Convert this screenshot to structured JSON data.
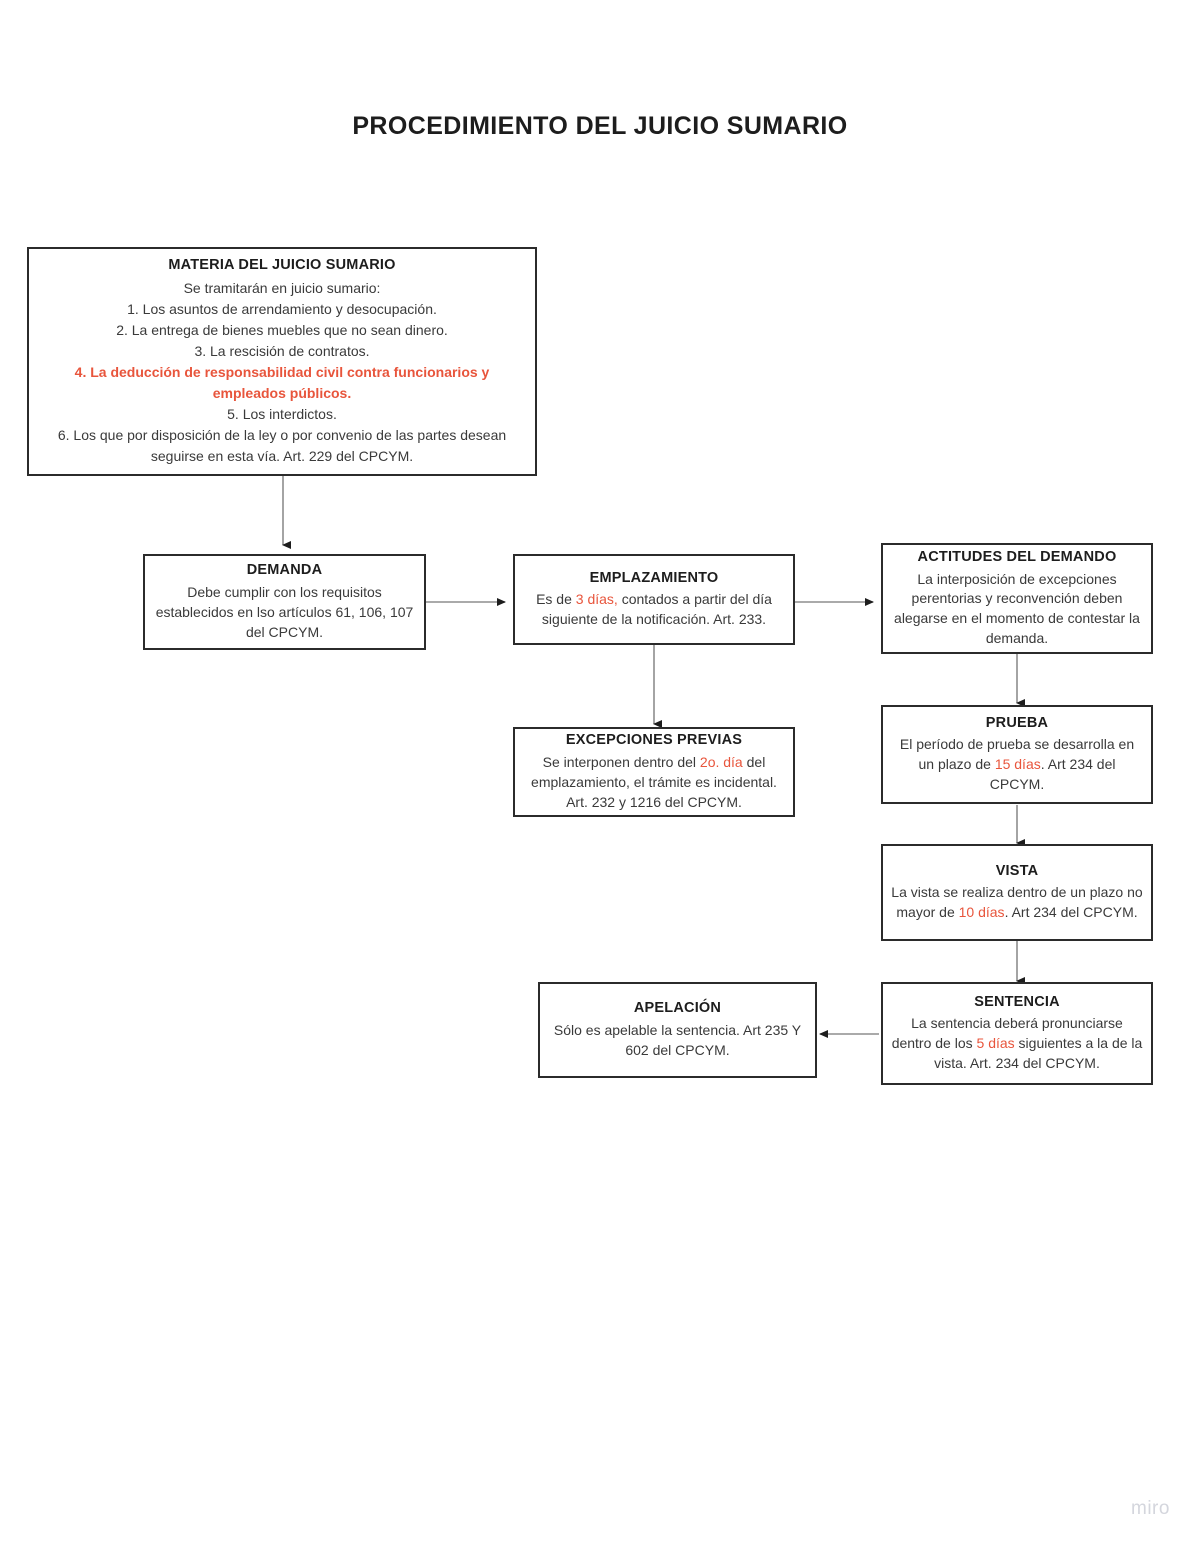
{
  "document": {
    "title": "PROCEDIMIENTO DEL JUICIO SUMARIO",
    "watermark": "miro",
    "accent_color": "#E8553C",
    "border_color": "#2b2b2b",
    "background_color": "#ffffff"
  },
  "nodes": {
    "materia": {
      "title": "MATERIA DEL JUICIO SUMARIO",
      "intro": "Se tramitarán en juicio sumario:",
      "items": [
        "1. Los asuntos de arrendamiento y desocupación.",
        "2. La entrega de bienes muebles que no sean dinero.",
        "3. La rescisión de contratos.",
        "4. La deducción de responsabilidad civil contra funcionarios y empleados públicos.",
        "5. Los interdictos.",
        "6. Los que por disposición de la ley o por convenio de las partes desean seguirse en esta vía. Art. 229 del CPCYM."
      ],
      "highlighted_item_index": 3
    },
    "demanda": {
      "title": "DEMANDA",
      "body": "Debe cumplir con los requisitos establecidos en lso artículos 61, 106, 107 del CPCYM."
    },
    "emplazamiento": {
      "title": "EMPLAZAMIENTO",
      "body_pre": "Es de ",
      "body_highlight": "3 días,",
      "body_post": " contados a partir del día siguiente de la notificación. Art. 233."
    },
    "actitudes": {
      "title": "ACTITUDES DEL DEMANDO",
      "body": "La interposición de excepciones perentorias y reconvención deben alegarse en el momento de contestar la demanda."
    },
    "excepciones": {
      "title": "EXCEPCIONES PREVIAS",
      "body_pre": "Se interponen dentro del ",
      "body_highlight": "2o. día",
      "body_post": " del emplazamiento, el trámite es incidental. Art. 232 y 1216 del CPCYM."
    },
    "prueba": {
      "title": "PRUEBA",
      "body_pre": "El período de prueba se desarrolla en un plazo de ",
      "body_highlight": "15 días",
      "body_post": ". Art 234 del CPCYM."
    },
    "vista": {
      "title": "VISTA",
      "body_pre": "La vista se realiza dentro de un plazo no mayor de ",
      "body_highlight": "10 días",
      "body_post": ". Art 234 del CPCYM."
    },
    "sentencia": {
      "title": "SENTENCIA",
      "body_pre": "La sentencia deberá pronunciarse dentro de los ",
      "body_highlight": "5 días",
      "body_post": " siguientes a la de la vista. Art. 234 del CPCYM."
    },
    "apelacion": {
      "title": "APELACIÓN",
      "body": "Sólo es apelable la sentencia. Art 235 Y 602 del CPCYM."
    }
  },
  "connections": [
    {
      "from": "materia",
      "to": "demanda",
      "direction": "down"
    },
    {
      "from": "demanda",
      "to": "emplazamiento",
      "direction": "right"
    },
    {
      "from": "emplazamiento",
      "to": "actitudes",
      "direction": "right"
    },
    {
      "from": "emplazamiento",
      "to": "excepciones",
      "direction": "down"
    },
    {
      "from": "actitudes",
      "to": "prueba",
      "direction": "down"
    },
    {
      "from": "prueba",
      "to": "vista",
      "direction": "down"
    },
    {
      "from": "vista",
      "to": "sentencia",
      "direction": "down"
    },
    {
      "from": "sentencia",
      "to": "apelacion",
      "direction": "left"
    }
  ]
}
